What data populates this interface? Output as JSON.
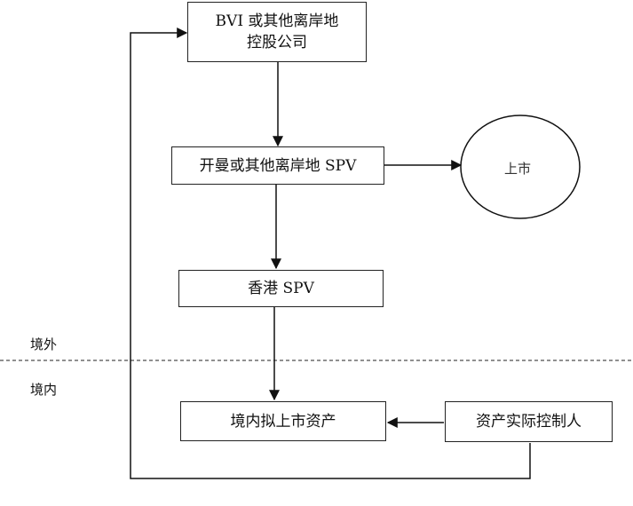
{
  "nodes": {
    "bvi": {
      "line1": "BVI 或其他离岸地",
      "line2": "控股公司"
    },
    "cayman": {
      "label": "开曼或其他离岸地 SPV"
    },
    "listing": {
      "label": "上市"
    },
    "hk": {
      "label": "香港 SPV"
    },
    "domestic_asset": {
      "label": "境内拟上市资产"
    },
    "controller": {
      "label": "资产实际控制人"
    }
  },
  "zones": {
    "offshore": "境外",
    "onshore": "境内"
  }
}
